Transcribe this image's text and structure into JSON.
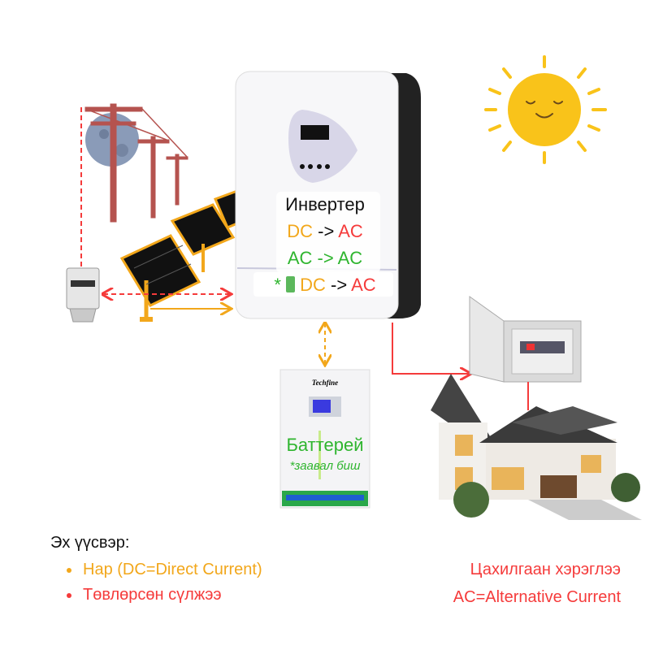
{
  "inverter": {
    "title": "Инвертер",
    "rows": [
      {
        "from": "DC",
        "arrow": "->",
        "to": "AC"
      },
      {
        "from": "AC",
        "arrow": "->",
        "to": "AC"
      },
      {
        "prefix": "*",
        "icon": "battery-icon",
        "from": "DC",
        "arrow": "->",
        "to": "AC"
      }
    ]
  },
  "battery": {
    "brand": "Techfine",
    "title": "Баттерей",
    "note": "*заавал биш"
  },
  "sources": {
    "heading": "Эх үүсвэр:",
    "items": [
      "Нар (DC=Direct Current)",
      "Төвлөрсөн сүлжээ"
    ]
  },
  "consumers": {
    "title": "Цахилгаан хэрэглээ",
    "subtitle": "AC=Alternative Current"
  },
  "colors": {
    "dc": "#f2a71b",
    "ac": "#f53b3b",
    "ac_ac": "#2fb52f",
    "sun": "#f9c31a",
    "pole": "#b5534f"
  }
}
